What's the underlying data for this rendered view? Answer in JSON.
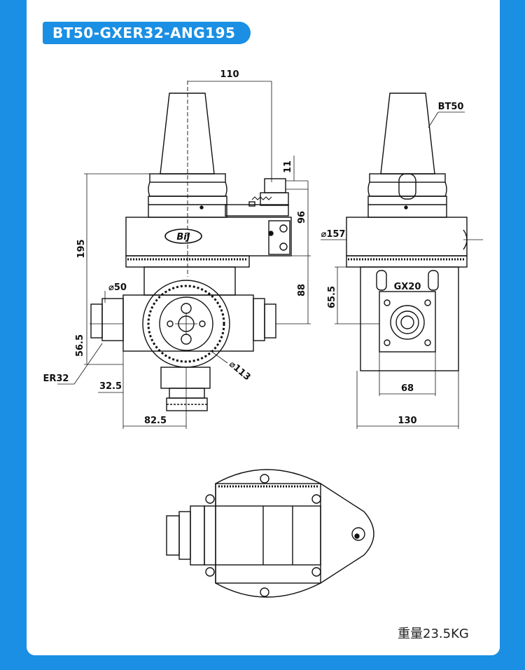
{
  "title": "BT50-GXER32-ANG195",
  "weight": "重量23.5KG",
  "logo": "BiJ",
  "dims": {
    "d110": "110",
    "d11": "11",
    "d96": "96",
    "d195": "195",
    "d88": "88",
    "d50": "⌀50",
    "d56_5": "56.5",
    "er32": "ER32",
    "d32_5": "32.5",
    "d113": "⌀113",
    "d82_5": "82.5",
    "bt50": "BT50",
    "d157": "⌀157",
    "d65_5": "65.5",
    "gx20": "GX20",
    "d68": "68",
    "d130": "130"
  },
  "colors": {
    "accent": "#1a8fe3",
    "line": "#111111"
  }
}
